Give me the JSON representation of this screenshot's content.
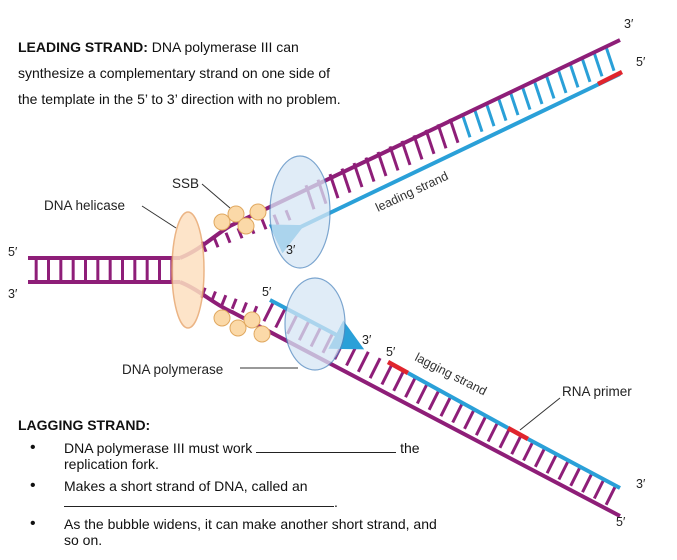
{
  "leading_block": {
    "title": "LEADING STRAND:",
    "line1": "DNA polymerase III can",
    "line2": "synthesize a complementary strand on one side of",
    "line3": "the template in the 5’ to 3’ direction with no problem."
  },
  "diagram": {
    "labels": {
      "ssb": "SSB",
      "dna_helicase": "DNA helicase",
      "dna_polymerase": "DNA polymerase",
      "leading_strand": "leading strand",
      "lagging_strand": "lagging strand",
      "rna_primer": "RNA primer"
    },
    "ends": {
      "left_top": "5′",
      "left_bottom": "3′",
      "top_right_upper": "3′",
      "top_right_lower": "5′",
      "leading_3": "3′",
      "lagging_5_near_fork": "5′",
      "okazaki_3": "3′",
      "okazaki_5": "5′",
      "bottom_right_upper": "3′",
      "bottom_right_lower": "5′"
    },
    "colors": {
      "template": "#8e1e78",
      "new_strand": "#2aa0d8",
      "rna_primer": "#e0252d",
      "protein_fill": "#d6e6f5",
      "protein_stroke": "#4f87bf",
      "helicase_fill": "#fde0c0",
      "helicase_stroke": "#e8a870",
      "ssb_fill": "#fbd9a8",
      "ssb_stroke": "#e0a860"
    }
  },
  "lagging_block": {
    "title": "LAGGING STRAND:",
    "bullets": [
      {
        "before": "DNA polymerase III must work",
        "after": "the",
        "cont": "replication fork."
      },
      {
        "before": "Makes a short strand of DNA, called an",
        "after": "",
        "cont": "."
      },
      {
        "before": "As the bubble widens, it can make another short strand, and",
        "after": "",
        "cont": "so on."
      }
    ]
  }
}
